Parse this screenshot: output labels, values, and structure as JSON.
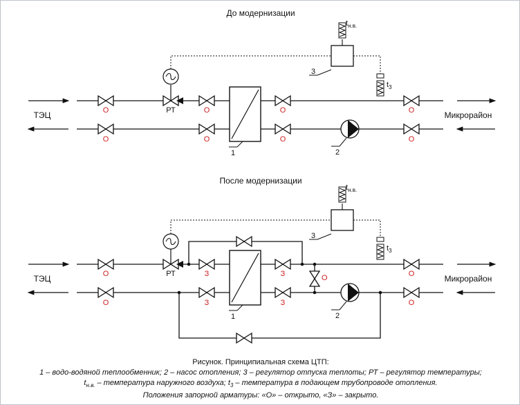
{
  "schemes": {
    "before": {
      "title": "До модернизации",
      "source": "ТЭЦ",
      "district": "Микрорайон",
      "rt": "РТ",
      "hx": "1",
      "pump": "2",
      "regulator": "3",
      "t_outdoor": {
        "base": "t",
        "sub": "н.в."
      },
      "t_supply": {
        "base": "t",
        "sub": "3"
      },
      "valve_supply_in": "О",
      "valve_supply_hx": "О",
      "valve_supply_hx_out": "О",
      "valve_supply_out": "О",
      "valve_return_in": "О",
      "valve_return_hx": "О",
      "valve_return_hx_out": "О",
      "valve_return_out": "О"
    },
    "after": {
      "title": "После модернизации",
      "source": "ТЭЦ",
      "district": "Микрорайон",
      "rt": "РТ",
      "hx": "1",
      "pump": "2",
      "regulator": "3",
      "t_outdoor": {
        "base": "t",
        "sub": "н.в."
      },
      "t_supply": {
        "base": "t",
        "sub": "3"
      },
      "valve_supply_in": "О",
      "valve_supply_hx": "З",
      "valve_supply_hx_out": "З",
      "valve_supply_out": "О",
      "valve_bridge": "О",
      "valve_return_in": "О",
      "valve_return_hx": "З",
      "valve_return_hx_out": "З",
      "valve_return_out": "О"
    }
  },
  "caption": {
    "line1": "Рисунок. Принципиальная схема ЦТП:",
    "line2": "1 – водо-водяной теплообменник; 2 – насос отопления; 3 – регулятор отпуска теплоты; РТ – регулятор температуры;",
    "line3_a": "t",
    "line3_sub_a": "н.в.",
    "line3_b": " – температура наружного воздуха; ",
    "line3_c": "t",
    "line3_sub_c": "3",
    "line3_d": " – температура в подающем трубопроводе отопления.",
    "line4": "Положения запорной арматуры: «О» – открыто, «З» – закрыто."
  },
  "colors": {
    "line": "#111111",
    "state": "#cc1f1f"
  }
}
